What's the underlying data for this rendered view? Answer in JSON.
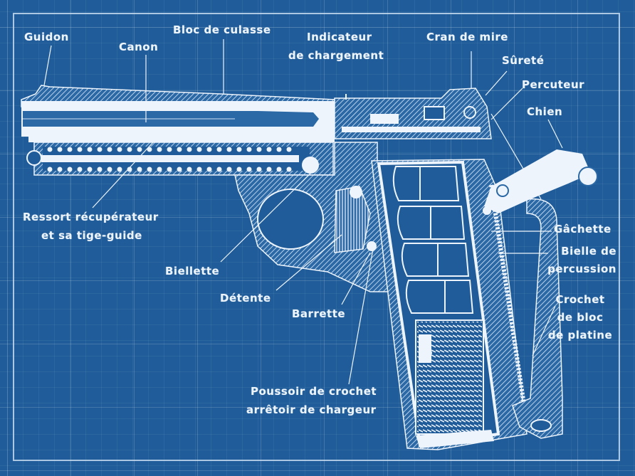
{
  "diagram": {
    "type": "cutaway technical drawing",
    "subject": "pistol cross-section",
    "style": "blueprint",
    "colors": {
      "background": "#1f5c99",
      "ink": "#eef4fb",
      "grid": "#4a7fb5"
    }
  },
  "labels": {
    "guidon": "Guidon",
    "canon": "Canon",
    "bloc_de_culasse": "Bloc de culasse",
    "indicateur_line1": "Indicateur",
    "indicateur_line2": "de chargement",
    "cran_de_mire": "Cran de mire",
    "surete": "Sûreté",
    "percuteur": "Percuteur",
    "chien": "Chien",
    "ressort_line1": "Ressort récupérateur",
    "ressort_line2": "et sa tige-guide",
    "biellette": "Biellette",
    "detente": "Détente",
    "barrette": "Barrette",
    "gachette": "Gâchette",
    "bielle_line1": "Bielle de",
    "bielle_line2": "percussion",
    "crochet_line1": "Crochet",
    "crochet_line2": "de bloc",
    "crochet_line3": "de platine",
    "poussoir_line1": "Poussoir de crochet",
    "poussoir_line2": "arrêtoir de chargeur"
  }
}
